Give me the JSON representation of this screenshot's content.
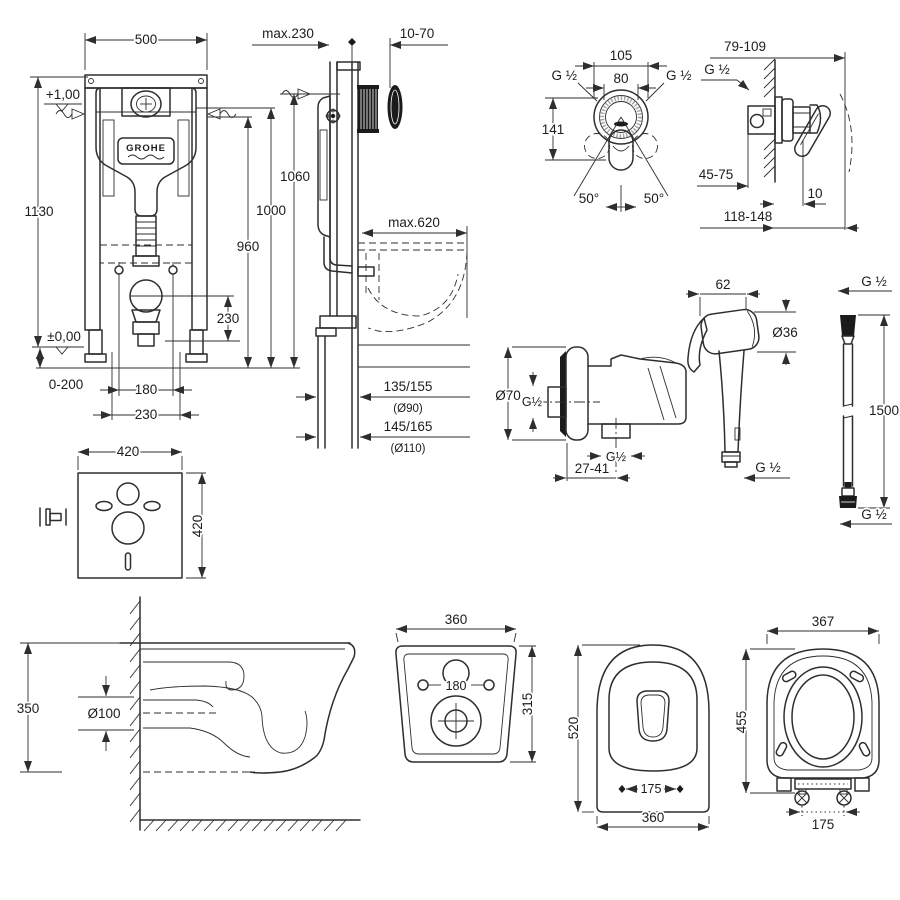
{
  "brand": "GROHE",
  "frame_front": {
    "width": "500",
    "height": "1130",
    "level_top": "+1,00",
    "level_floor": "±0,00",
    "h1060": "1060",
    "h1000": "1000",
    "h960": "960",
    "outlet_drop": "230",
    "bolt_spacing": "180",
    "drain_offset": "230",
    "adjust_range": "0-200"
  },
  "frame_side": {
    "depth": "max.230",
    "tile_range": "10-70",
    "bowl_depth": "max.620",
    "drain1": "135/155",
    "drain1_dia": "(Ø90)",
    "drain2": "145/165",
    "drain2_dia": "(Ø110)"
  },
  "pad": {
    "width": "420",
    "height": "420"
  },
  "mixer_front": {
    "w105": "105",
    "w80": "80",
    "g_left": "G ½",
    "g_right": "G ½",
    "h141": "141",
    "angle_left": "50°",
    "angle_right": "50°"
  },
  "mixer_side": {
    "reach": "79-109",
    "g": "G ½",
    "depth": "45-75",
    "plate": "10",
    "total": "118-148"
  },
  "elbow": {
    "dia": "Ø70",
    "g_side": "G½",
    "g_bottom": "G½",
    "proj": "27-41"
  },
  "shower": {
    "head": "62",
    "dia": "Ø36",
    "g": "G ½"
  },
  "hose": {
    "g_top": "G ½",
    "length": "1500",
    "g_bottom": "G ½"
  },
  "wc_side": {
    "height": "350",
    "drain_dia": "Ø100"
  },
  "wc_back": {
    "width": "360",
    "holes": "180",
    "height": "315"
  },
  "wc_top": {
    "depth": "520",
    "holes": "175",
    "width": "360"
  },
  "seat": {
    "width": "367",
    "depth": "455",
    "holes": "175"
  }
}
